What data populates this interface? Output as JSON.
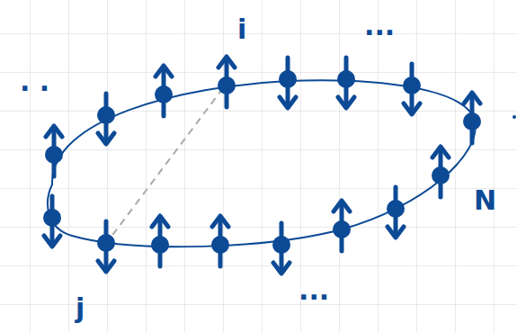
{
  "diagram": {
    "labels": [
      "i",
      "j",
      "N",
      "...",
      "...",
      ". ."
    ]
  }
}
